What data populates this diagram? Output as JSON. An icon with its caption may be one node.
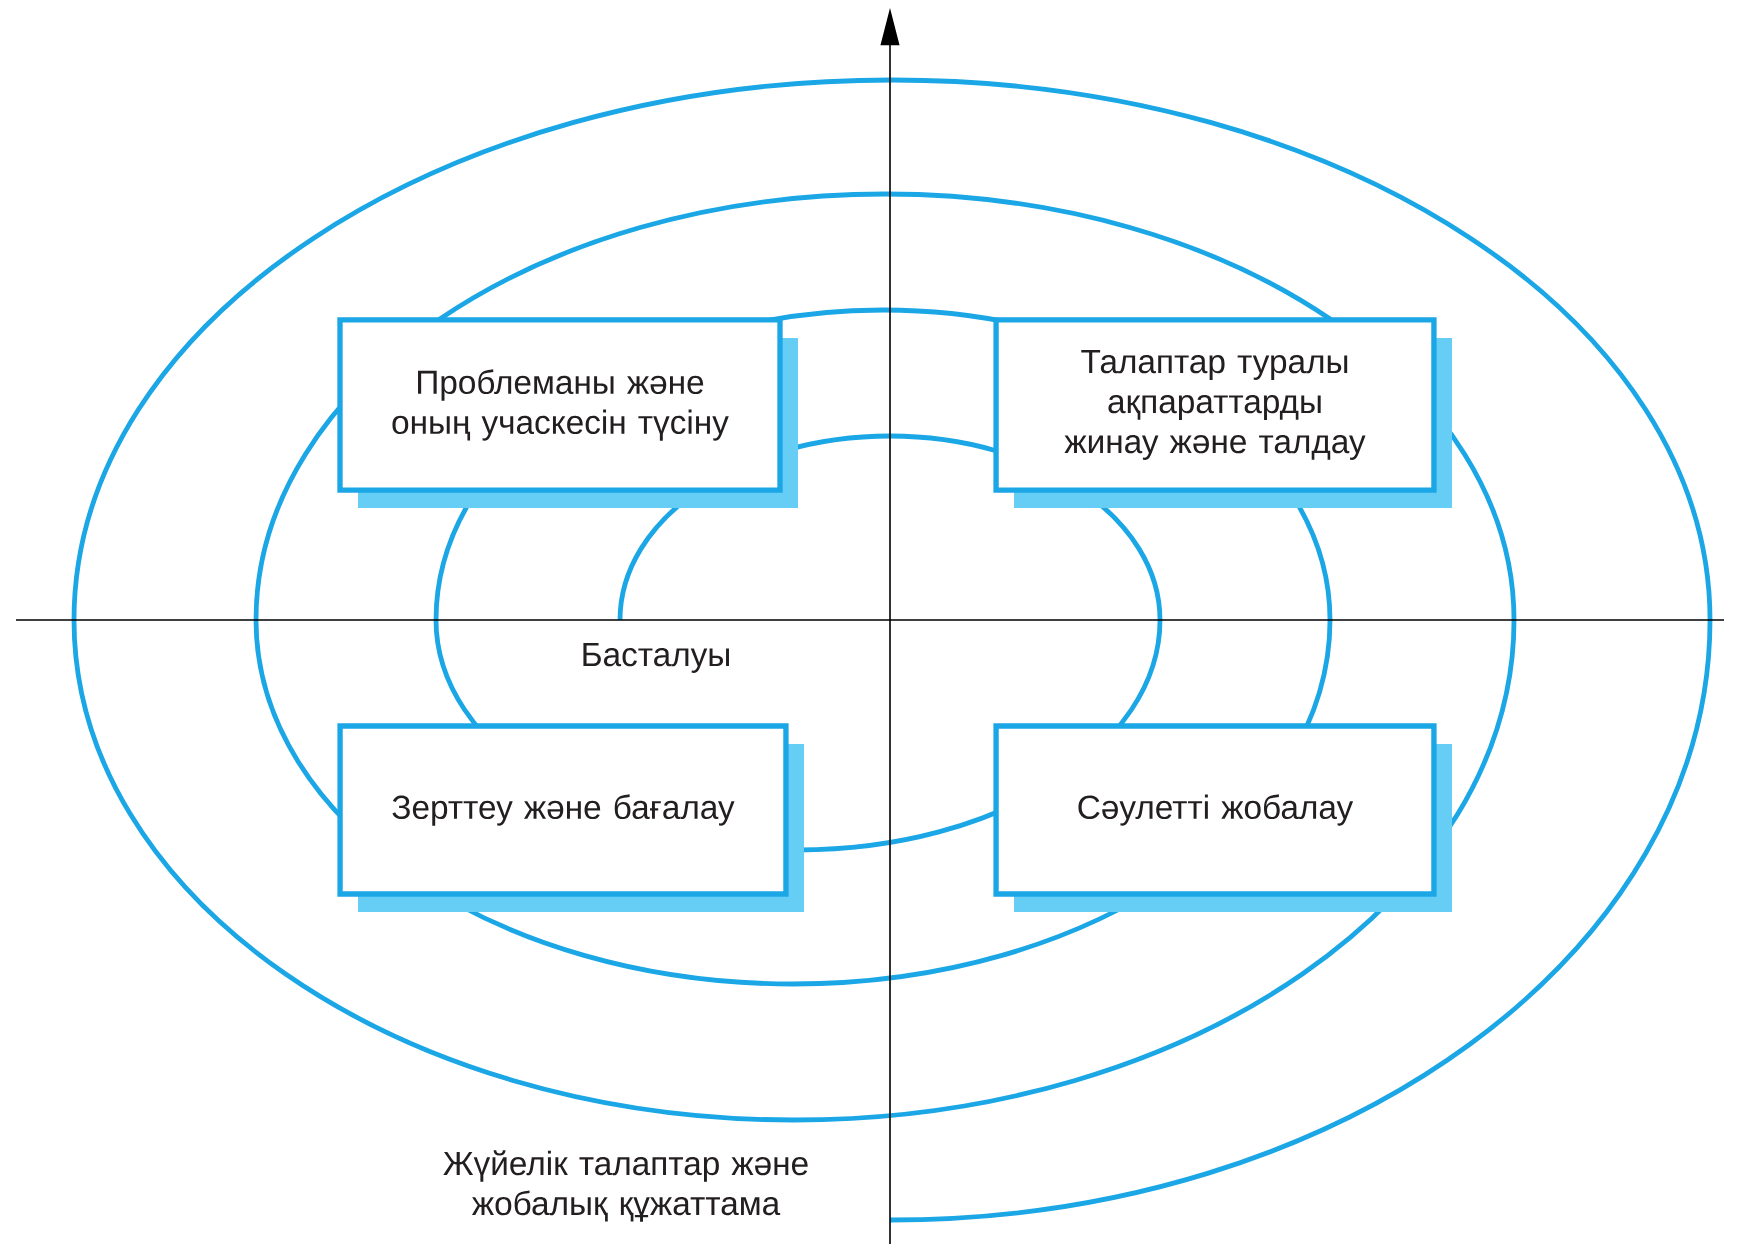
{
  "diagram": {
    "nodes": [
      {
        "text": [
          "Проблеманы және оның учаскесін түсіну"
        ]
      },
      {
        "text": [
          "Талаптар туралы ақпараттарды жинау және талдау"
        ]
      },
      {
        "text": [
          "Зерттеу және бағалау"
        ]
      },
      {
        "text": [
          "Сәулетті жобалау"
        ]
      }
    ],
    "labels": [
      "Басталуы",
      "Жүйелік талаптар және жобалық құжаттама"
    ]
  }
}
